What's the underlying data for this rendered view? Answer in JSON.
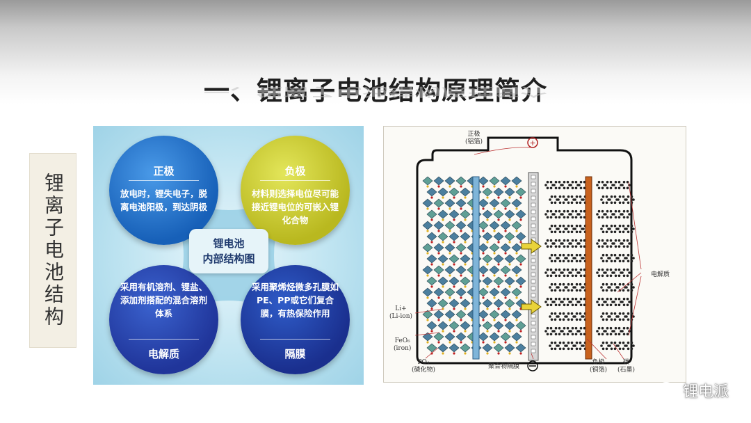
{
  "title": "一、锂离子电池结构原理简介",
  "side_label": "锂离子电池结构",
  "diagram": {
    "center_line1": "锂电池",
    "center_line2": "内部结构图",
    "positive": {
      "title": "正极",
      "body": "放电时，锂失电子，脱离电池阳极，到达阴极"
    },
    "negative": {
      "title": "负极",
      "body": "材料则选择电位尽可能接近锂电位的可嵌入锂化合物"
    },
    "electrolyte": {
      "title": "电解质",
      "body": "采用有机溶剂、锂盐、添加剂搭配的混合溶剂体系"
    },
    "separator": {
      "title": "隔膜",
      "body": "采用聚烯烃微多孔膜如PE、PP或它们复合膜，有热保险作用"
    }
  },
  "schematic": {
    "positive_label_1": "正极",
    "positive_label_2": "(铝箔)",
    "plus_symbol": "⊕",
    "minus_symbol": "⊖",
    "liion_1": "Li+",
    "liion_2": "(Li-ion)",
    "feo_1": "FeO₆",
    "feo_2": "(iron)",
    "po4_1": "PO₄",
    "po4_2": "(磷化物)",
    "separator": "聚合物隔膜",
    "negative_1": "负极",
    "negative_2": "(铜箔)",
    "carbon_1": "碳",
    "carbon_2": "(石墨)",
    "electrolyte": "电解质"
  },
  "watermark": "锂电派",
  "colors": {
    "positive": "#1f6fc9",
    "negative": "#c6c62c",
    "electrolyte": "#2a44b0",
    "separator": "#23389e",
    "copper": "#c8621e"
  }
}
